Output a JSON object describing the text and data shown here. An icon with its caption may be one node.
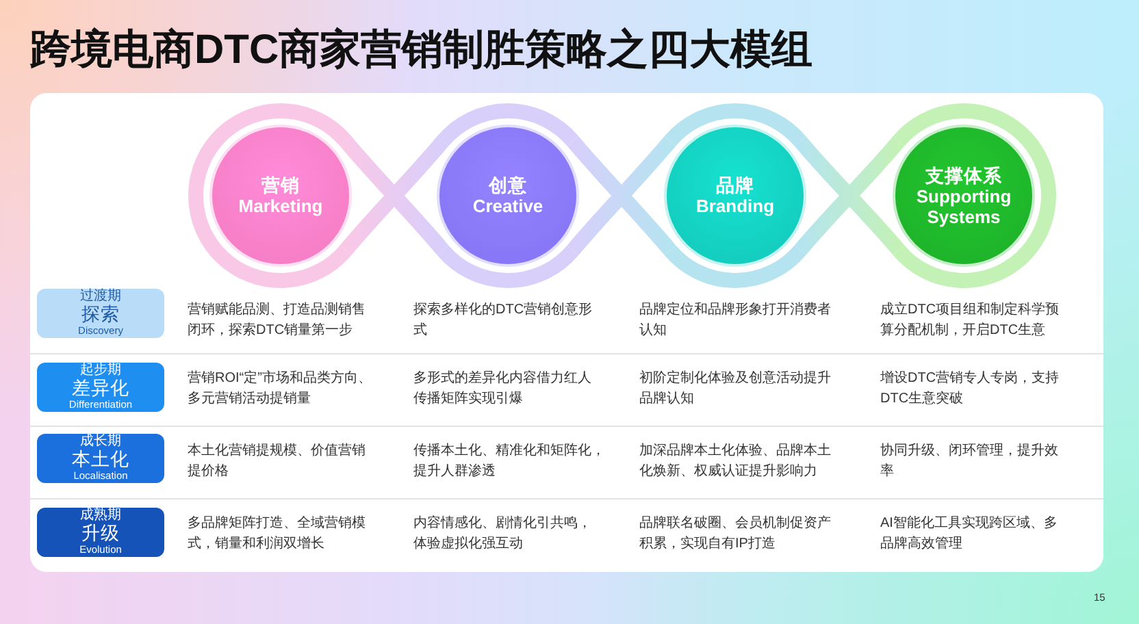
{
  "diagram": {
    "title": "跨境电商DTC商家营销制胜策略之四大模组",
    "nodes": [
      {
        "text": [
          "营销",
          "Marketing"
        ]
      },
      {
        "text": [
          "创意",
          "Creative"
        ]
      },
      {
        "text": [
          "品牌",
          "Branding"
        ]
      },
      {
        "text": [
          "支撑体系",
          "Supporting Systems"
        ]
      },
      {
        "text": [
          "过渡期",
          "探索",
          "Discovery"
        ]
      },
      {
        "text": [
          "起步期",
          "差异化",
          "Differentiation"
        ]
      },
      {
        "text": [
          "成长期",
          "本土化",
          "Localisation"
        ]
      },
      {
        "text": [
          "成熟期",
          "升级",
          "Evolution"
        ]
      }
    ],
    "labels": [
      "营销赋能品测、打造品测销售闭环，探索DTC销量第一步",
      "探索多样化的DTC营销创意形式",
      "品牌定位和品牌形象打开消费者认知",
      "成立DTC项目组和制定科学预算分配机制，开启DTC生意",
      "营销ROI“定”市场和品类方向、多元营销活动提销量",
      "多形式的差异化内容借力红人传播矩阵实现引爆",
      "初阶定制化体验及创意活动提升品牌认知",
      "增设DTC营销专人专岗，支持DTC生意突破",
      "本土化营销提规模、价值营销提价格",
      "传播本土化、精准化和矩阵化，提升人群渗透",
      "加深品牌本土化体验、品牌本土化焕新、权威认证提升影响力",
      "协同升级、闭环管理，提升效率",
      "多品牌矩阵打造、全域营销模式，销量和利润双增长",
      "内容情感化、剧情化引共鸣，体验虚拟化强互动",
      "品牌联名破圈、会员机制促资产积累，实现自有IP打造",
      "AI智能化工具实现跨区域、多品牌高效管理",
      "15"
    ]
  }
}
